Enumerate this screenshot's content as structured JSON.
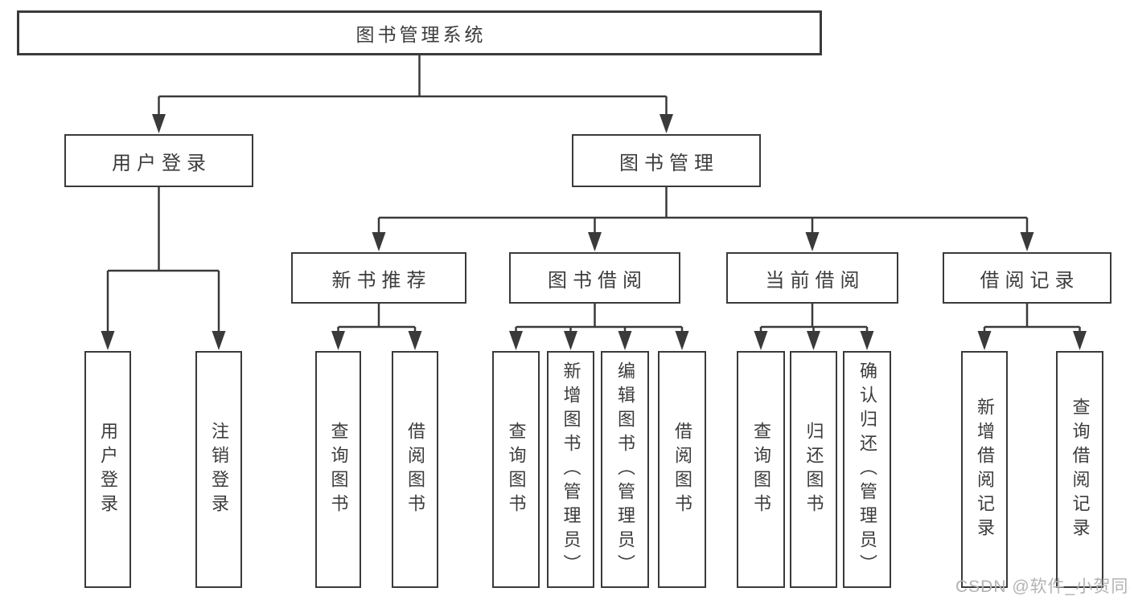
{
  "diagram": {
    "title": "图书管理系统",
    "watermark": "CSDN @软件_小贺同学",
    "colors": {
      "line": "#3a3a3a",
      "text": "#3c3c3c",
      "background": "#ffffff",
      "watermark": "#b3b3b3"
    },
    "branches": [
      {
        "label": "用户登录",
        "children": [
          {
            "label": "用户登录"
          },
          {
            "label": "注销登录"
          }
        ]
      },
      {
        "label": "图书管理",
        "children": [
          {
            "label": "新书推荐",
            "children": [
              {
                "label": "查询图书"
              },
              {
                "label": "借阅图书"
              }
            ]
          },
          {
            "label": "图书借阅",
            "children": [
              {
                "label": "查询图书"
              },
              {
                "label": "新增图书（管理员）"
              },
              {
                "label": "编辑图书（管理员）"
              },
              {
                "label": "借阅图书"
              }
            ]
          },
          {
            "label": "当前借阅",
            "children": [
              {
                "label": "查询图书"
              },
              {
                "label": "归还图书"
              },
              {
                "label": "确认归还（管理员）"
              }
            ]
          },
          {
            "label": "借阅记录",
            "children": [
              {
                "label": "新增借阅记录"
              },
              {
                "label": "查询借阅记录"
              }
            ]
          }
        ]
      }
    ]
  }
}
